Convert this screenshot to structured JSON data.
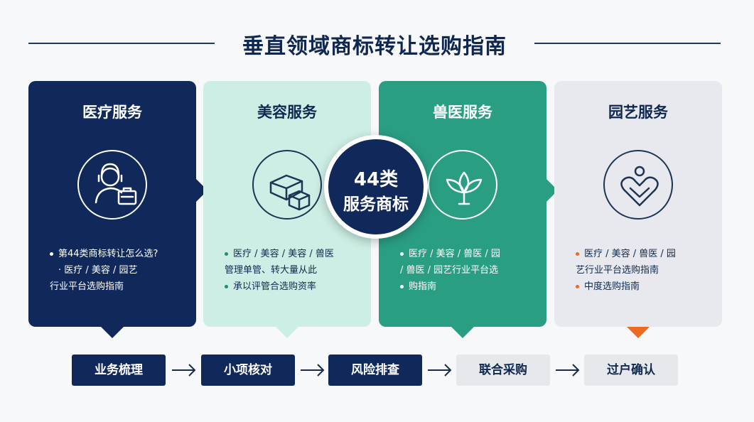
{
  "title": "垂直领域商标转让选购指南",
  "center_badge": {
    "line1": "44类",
    "line2": "服务商标"
  },
  "cards": [
    {
      "title": "医疗服务",
      "icon": "doctor-briefcase-icon",
      "bullets": [
        "第44类商标转让怎么选?",
        "· 医疗 / 美容 / 园艺",
        "行业平台选购指南"
      ]
    },
    {
      "title": "美容服务",
      "icon": "boxes-icon",
      "bullets": [
        "医疗 / 美容 / 美容 / 兽医",
        "管理单管、转大量从此",
        "承以评管合选购资率"
      ]
    },
    {
      "title": "兽医服务",
      "icon": "plant-leaf-icon",
      "bullets": [
        "医疗 / 美容 / 兽医 / 园",
        "/ 兽医 / 园艺行业平台选",
        "购指南"
      ]
    },
    {
      "title": "园艺服务",
      "icon": "heart-hands-icon",
      "bullets": [
        "医疗 / 美容 / 兽医 / 园",
        "艺行业平台选购指南",
        "中度选购指南"
      ]
    }
  ],
  "steps": [
    "业务梳理",
    "小项核对",
    "风险排查",
    "联合采购",
    "过户确认"
  ],
  "colors": {
    "navy": "#10295a",
    "mint": "#cdeee4",
    "teal": "#2a9e83",
    "gray": "#e7e9ee",
    "orange": "#ee6a22"
  }
}
